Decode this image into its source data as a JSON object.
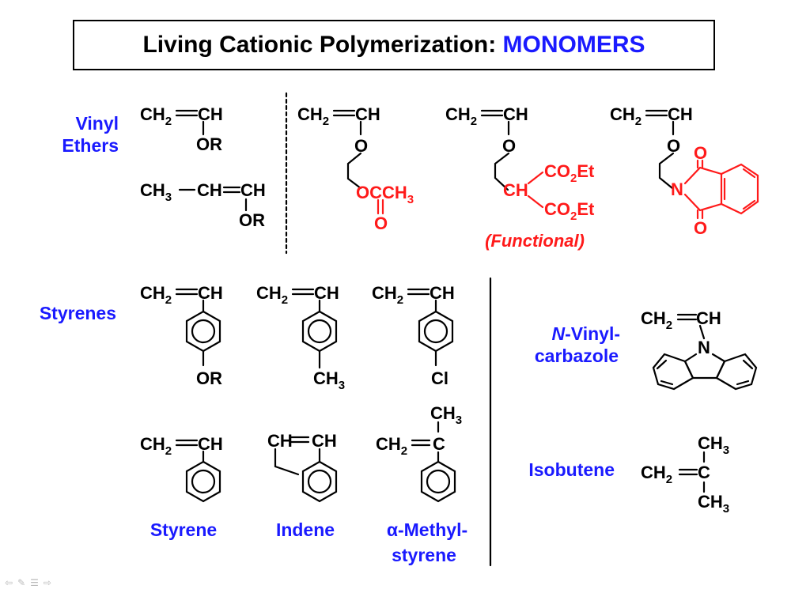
{
  "title": {
    "main": "Living Cationic Polymerization: ",
    "highlight": "MONOMERS"
  },
  "labels": {
    "vinyl": "Vinyl",
    "ethers": "Ethers",
    "styrenes": "Styrenes",
    "nvinyl_n": "N",
    "nvinyl_rest": "-Vinyl-",
    "carbazole": "carbazole",
    "isobutene": "Isobutene",
    "styrene": "Styrene",
    "indene": "Indene",
    "amethyl_alpha": "α",
    "amethyl_rest": "-Methyl-",
    "amethyl_line2": "styrene",
    "functional": "(Functional)"
  },
  "chem": {
    "CH2": "CH",
    "two": "2",
    "CH": "CH",
    "CH3": "CH",
    "three": "3",
    "O": "O",
    "N": "N",
    "OR": "OR",
    "Cl": "Cl",
    "C": "C",
    "OCCH3": "OCCH",
    "CO2Et_a": "CO",
    "CO2Et_b": "Et"
  },
  "colors": {
    "blue": "#1a1aff",
    "red": "#ff1a1a",
    "black": "#000000"
  },
  "nav_icons": [
    "prev-arrow-icon",
    "pen-icon",
    "menu-icon",
    "next-arrow-icon"
  ]
}
